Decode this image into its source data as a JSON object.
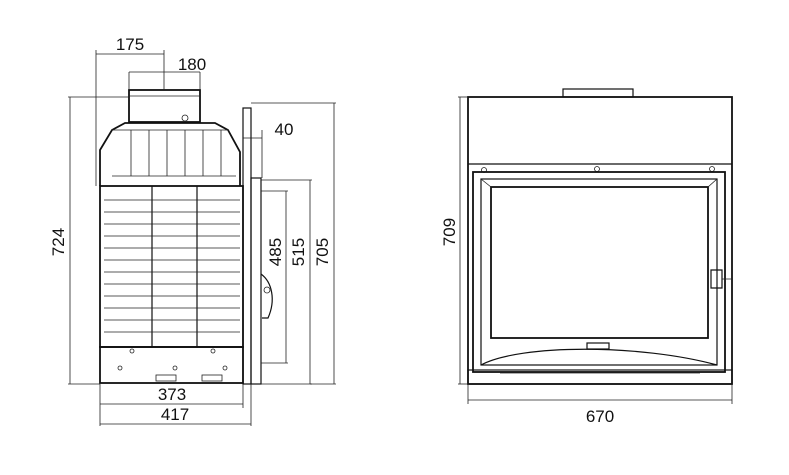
{
  "colors": {
    "line": "#111111",
    "background": "#ffffff"
  },
  "dimensions": {
    "side_view": {
      "flue_offset": "175",
      "flue_diameter": "180",
      "frame_depth": "40",
      "total_height": "724",
      "door_height": "485",
      "opening_height": "515",
      "front_height": "705",
      "base_depth": "373",
      "total_depth": "417"
    },
    "front_view": {
      "height": "709",
      "width": "670"
    }
  }
}
